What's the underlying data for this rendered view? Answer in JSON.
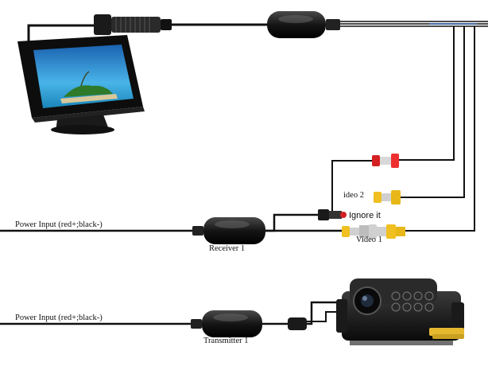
{
  "labels": {
    "power_input_top": "Power Input (red+;black-)",
    "power_input_bottom": "Power Input (red+;black-)",
    "receiver": "Receiver 1",
    "transmitter": "Transmitter 1",
    "video1": "Video 1",
    "video2": "ideo 2",
    "ignore": "Ignore it"
  },
  "colors": {
    "wire": "#111111",
    "rca_red": "#d42020",
    "rca_yellow": "#f0c020",
    "wire_blue": "#2f5fa8",
    "screen": "#2f9ad8",
    "camera_led": "#c9a878"
  }
}
